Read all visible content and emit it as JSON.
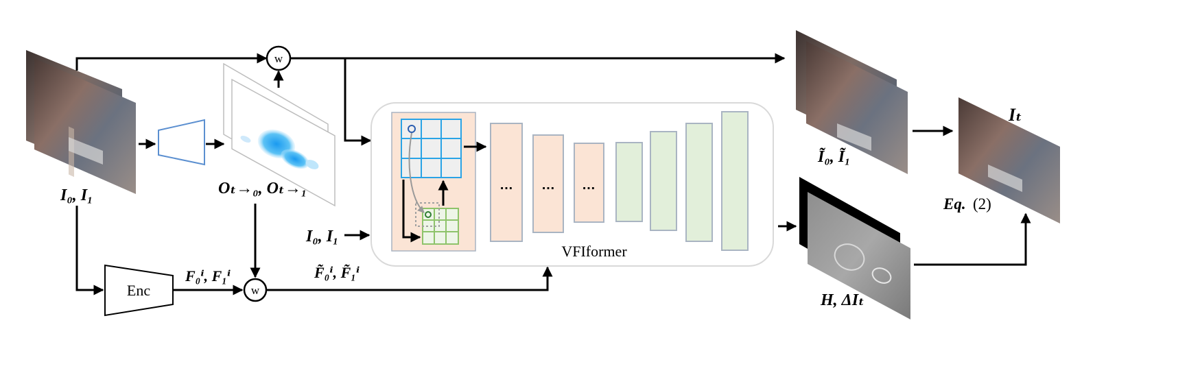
{
  "labels": {
    "input_frames": "I₀, I₁",
    "flows": "Oₜ→₀, Oₜ→₁",
    "warp_top": "w",
    "warp_bottom": "w",
    "encoder": "Enc",
    "features": "F₀ⁱ, F₁ⁱ",
    "warped_features": "F̃₀ⁱ, F̃₁ⁱ",
    "vfiformer_input": "I₀, I₁",
    "vfiformer": "VFIformer",
    "dots": [
      "…",
      "…",
      "…"
    ],
    "warped_frames": "Ĩ₀, Ĩ₁",
    "output_frame": "Iₜ",
    "equation": "Eq.",
    "equation_ref": "(2)",
    "mask_residual": "H, ΔIₜ"
  },
  "colors": {
    "encoder_blue": "#5b8fd0",
    "grid_blue": "#29a3e6",
    "grid_green": "#8ec36a",
    "encoder_stage": "#fbe4d5",
    "decoder_stage": "#e2efda",
    "stage_border": "#a9b4c2",
    "panel_border": "#d9d9d9"
  }
}
